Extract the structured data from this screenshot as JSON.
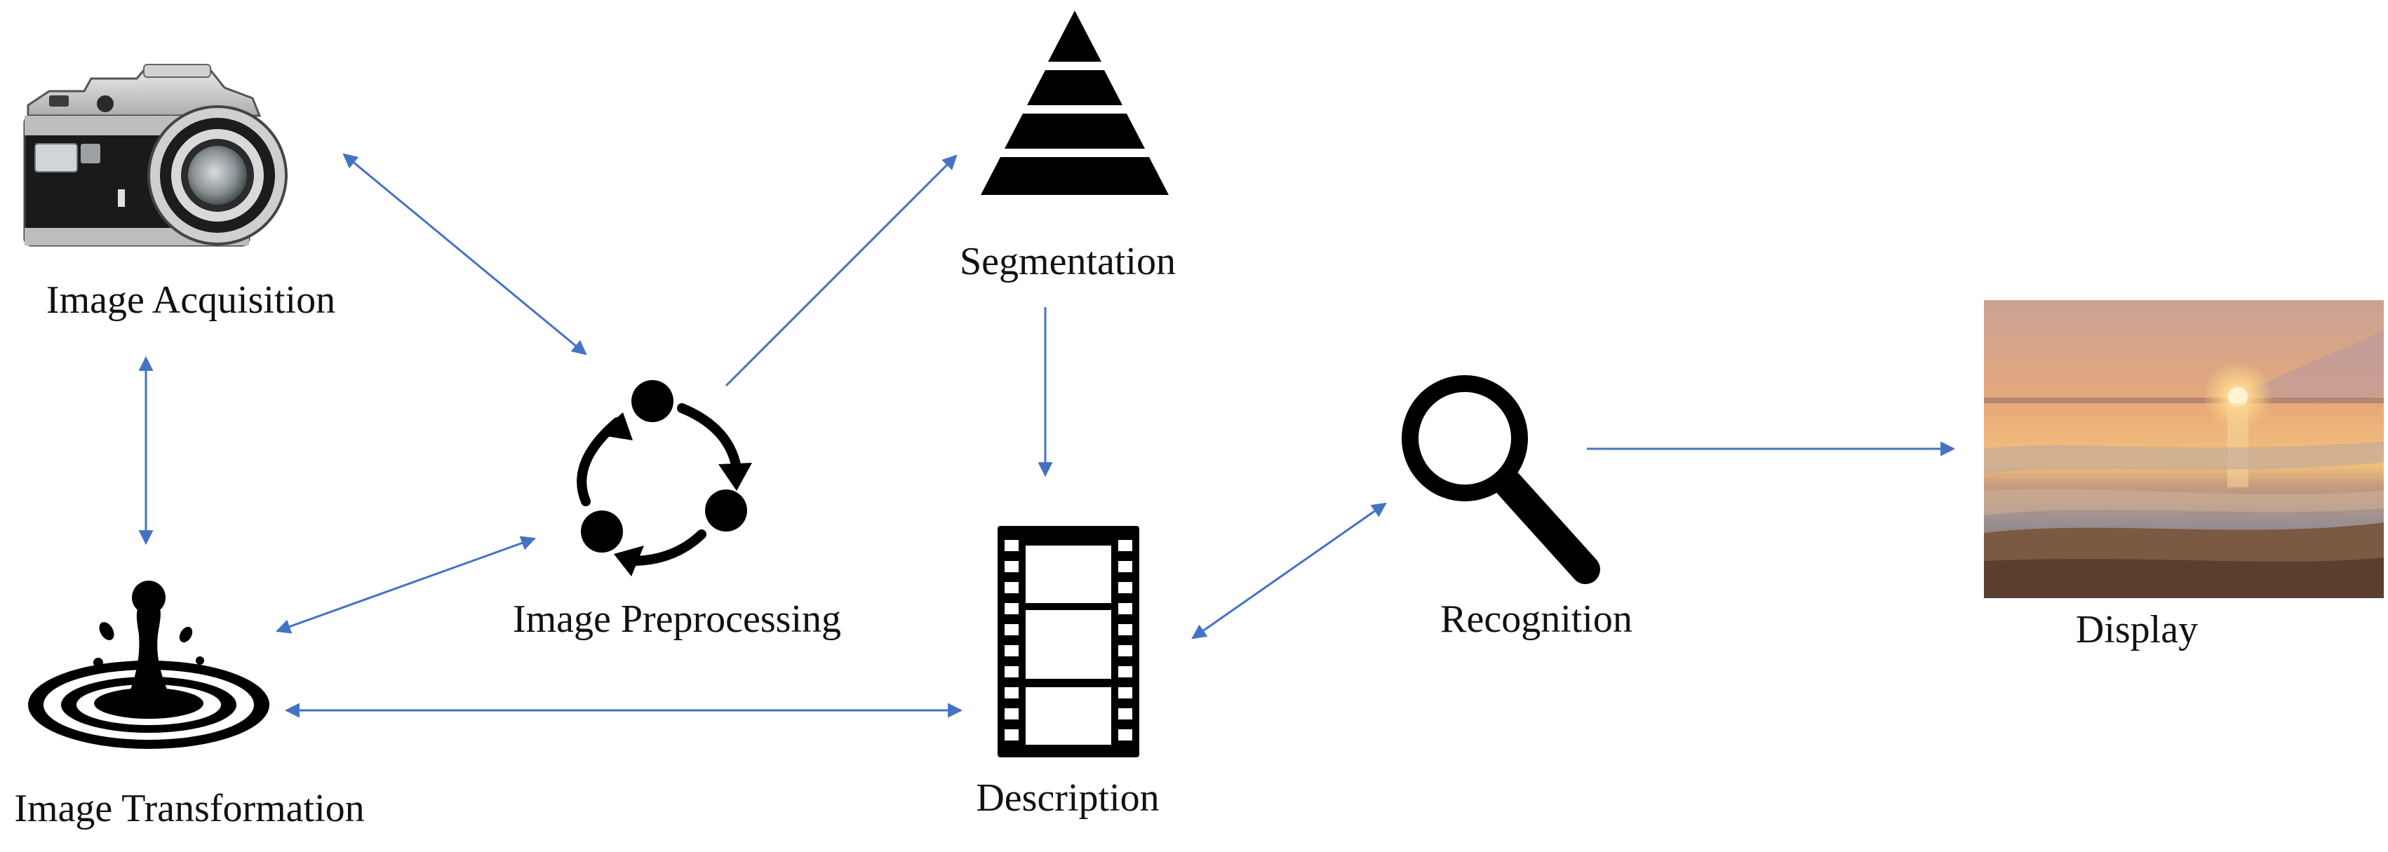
{
  "nodes": {
    "acquisition": {
      "label": "Image Acquisition",
      "icon": "camera-icon"
    },
    "transformation": {
      "label": "Image Transformation",
      "icon": "water-drop-ripple-icon"
    },
    "preprocessing": {
      "label": "Image Preprocessing",
      "icon": "cycle-arrows-icon"
    },
    "segmentation": {
      "label": "Segmentation",
      "icon": "segmented-pyramid-icon"
    },
    "description": {
      "label": "Description",
      "icon": "film-strip-icon"
    },
    "recognition": {
      "label": "Recognition",
      "icon": "magnifier-icon"
    },
    "display": {
      "label": "Display",
      "icon": "sunset-photo-icon"
    }
  },
  "edges": [
    {
      "from": "acquisition",
      "to": "preprocessing",
      "direction": "both"
    },
    {
      "from": "acquisition",
      "to": "transformation",
      "direction": "both"
    },
    {
      "from": "preprocessing",
      "to": "transformation",
      "direction": "both"
    },
    {
      "from": "preprocessing",
      "to": "segmentation",
      "direction": "forward"
    },
    {
      "from": "segmentation",
      "to": "description",
      "direction": "forward"
    },
    {
      "from": "transformation",
      "to": "description",
      "direction": "both"
    },
    {
      "from": "description",
      "to": "recognition",
      "direction": "both"
    },
    {
      "from": "recognition",
      "to": "display",
      "direction": "forward"
    }
  ],
  "colors": {
    "arrow": "#4472c4",
    "icon": "#000000",
    "text": "#111111"
  }
}
